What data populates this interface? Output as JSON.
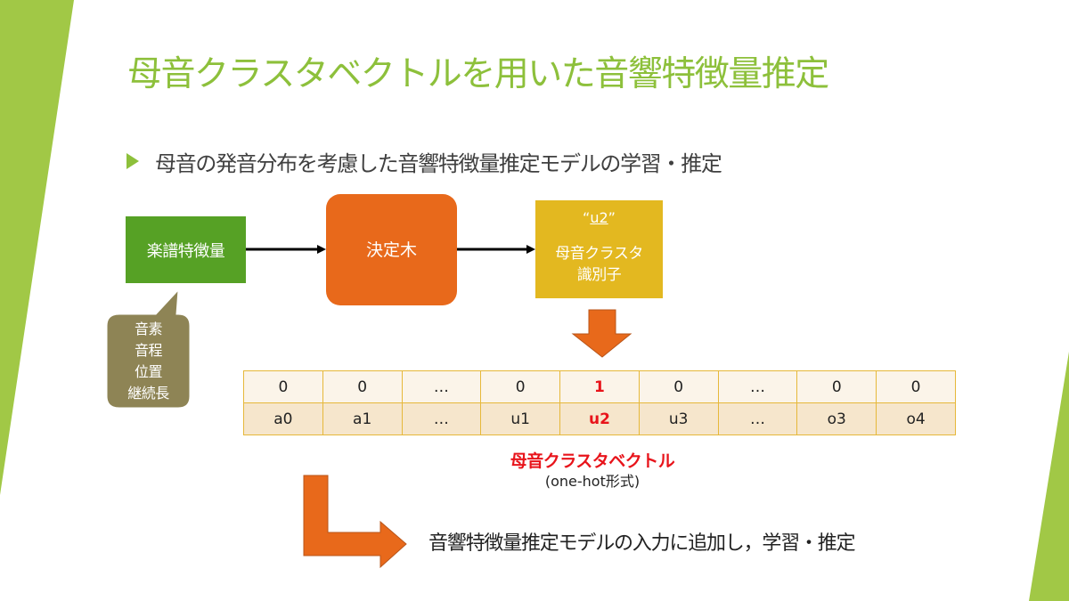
{
  "slide": {
    "title": "母音クラスタベクトルを用いた音響特徴量推定",
    "bullet": "母音の発音分布を考慮した音響特徴量推定モデルの学習・推定",
    "colors": {
      "accent_green": "#8DC03B",
      "score_box": "#56A125",
      "tree_box": "#E8691B",
      "cluster_box": "#E3B820",
      "callout": "#8E8455",
      "highlight": "#E8141B"
    }
  },
  "diagram": {
    "score_features": {
      "label": "楽譜特徴量"
    },
    "callout": {
      "lines": [
        "音素",
        "音程",
        "位置",
        "継続長"
      ]
    },
    "decision_tree": {
      "label": "決定木"
    },
    "cluster_id": {
      "quote_open": "“",
      "value": "u2",
      "quote_close": "”",
      "label_line1": "母音クラスタ",
      "label_line2": "識別子"
    },
    "vector_table": {
      "values": [
        "0",
        "0",
        "…",
        "0",
        "1",
        "0",
        "…",
        "0",
        "0"
      ],
      "labels": [
        "a0",
        "a1",
        "…",
        "u1",
        "u2",
        "u3",
        "…",
        "o3",
        "o4"
      ],
      "highlight_index": 4
    },
    "vector_caption": {
      "title": "母音クラスタベクトル",
      "subtitle": "(one-hot形式)"
    },
    "result_text": "音響特徴量推定モデルの入力に追加し，学習・推定"
  }
}
